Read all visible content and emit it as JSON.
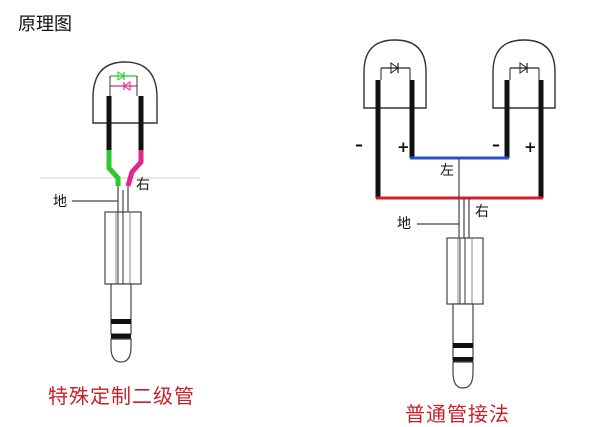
{
  "page_title": "原理图",
  "left_diagram": {
    "caption": "特殊定制二级管",
    "label_ground": "地",
    "label_right": "右"
  },
  "right_diagram": {
    "caption": "普通管接法",
    "label_left": "左",
    "label_right": "右",
    "label_ground": "地",
    "minus_a": "–",
    "plus_a": "+",
    "minus_b": "–",
    "plus_b": "+"
  },
  "colors": {
    "green_wire": "#2ec82e",
    "pink_wire": "#e0288c",
    "red_wire": "#d02030",
    "blue_wire": "#2850c8",
    "caption_red": "#c8202a"
  }
}
